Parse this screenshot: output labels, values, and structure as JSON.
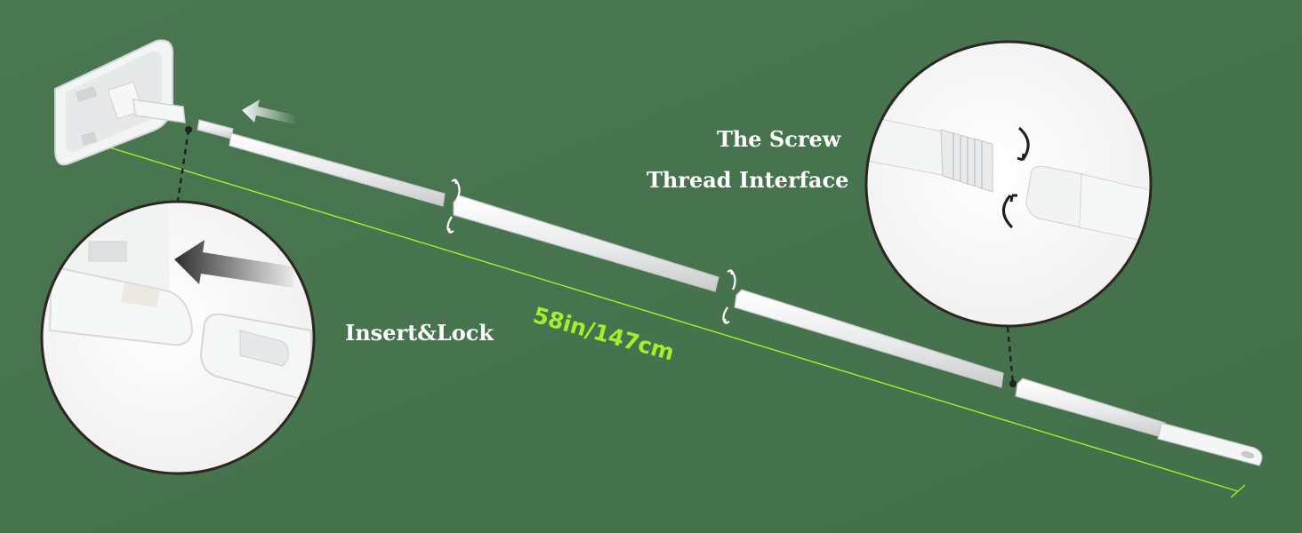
{
  "labels": {
    "screw_line1": "The Screw",
    "screw_line2": "Thread Interface",
    "insert_lock": "Insert&Lock",
    "length": "58in/147cm"
  },
  "colors": {
    "background": "#47744f",
    "measure_line": "#a6ee2a",
    "label_text": "#ffffff",
    "pole": "#f2f3f4"
  },
  "icons": [
    "insert-arrow-icon",
    "rotate-arrows-icon"
  ]
}
